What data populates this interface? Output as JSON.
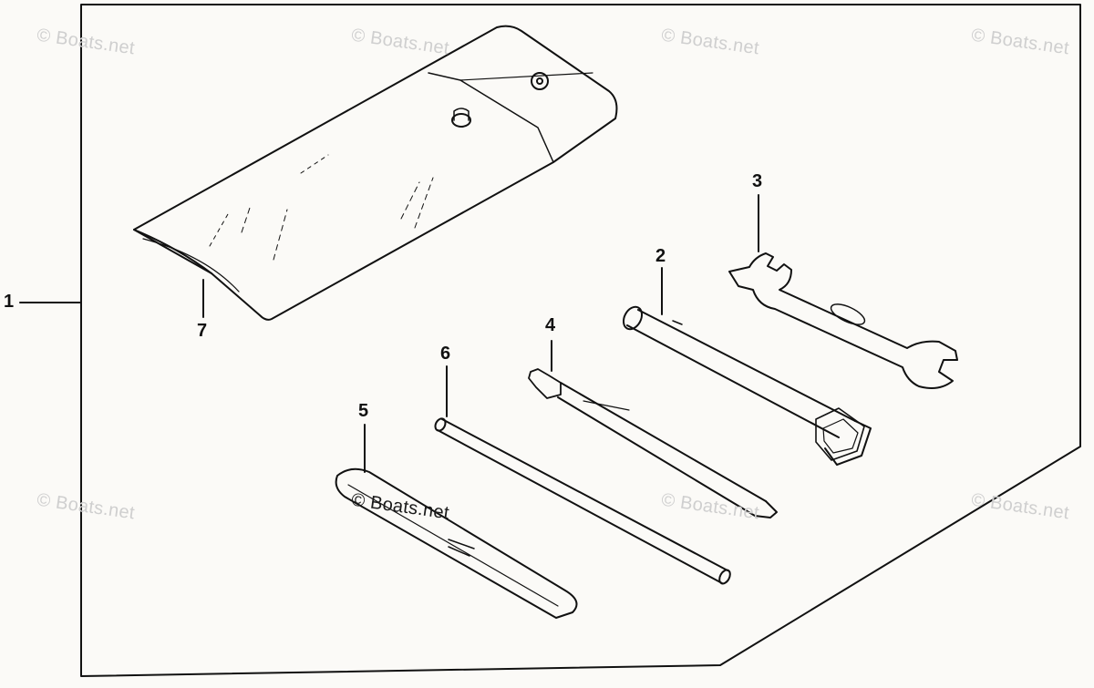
{
  "diagram": {
    "callouts": [
      {
        "id": "1",
        "label": "1"
      },
      {
        "id": "2",
        "label": "2"
      },
      {
        "id": "3",
        "label": "3"
      },
      {
        "id": "4",
        "label": "4"
      },
      {
        "id": "5",
        "label": "5"
      },
      {
        "id": "6",
        "label": "6"
      },
      {
        "id": "7",
        "label": "7"
      }
    ],
    "watermark": "© Boats.net"
  },
  "colors": {
    "line": "#111111",
    "paper": "#fbfaf7",
    "watermark": "#cfcfcf"
  }
}
